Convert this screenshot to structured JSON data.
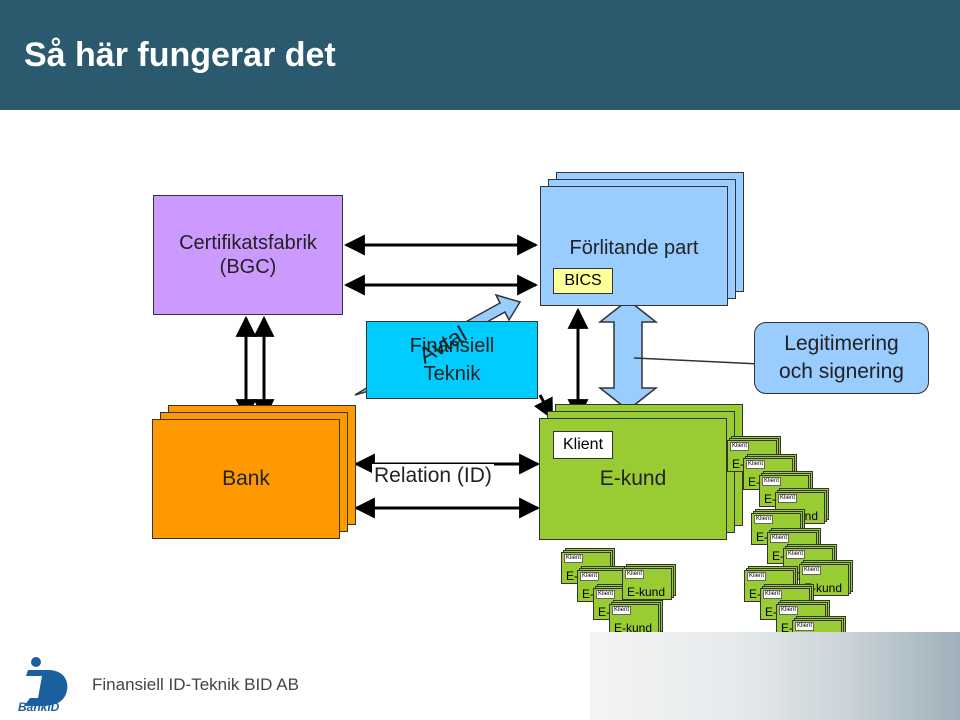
{
  "header": {
    "title": "Så här fungerar det"
  },
  "nodes": {
    "certificate": {
      "line1": "Certifikatsfabrik",
      "line2": "(BGC)"
    },
    "relying_party": {
      "label": "Förlitande part",
      "tag": "BICS"
    },
    "fin_teknik": {
      "line1": "Finansiell",
      "line2": "Teknik"
    },
    "avtal": "Avtal",
    "legit": {
      "line1": "Legitimering",
      "line2": "och signering"
    },
    "bank": "Bank",
    "relation": "Relation (ID)",
    "client": {
      "tag": "Klient",
      "label": "E-kund"
    }
  },
  "mini_client": {
    "tag": "Klient",
    "label": "E-kund"
  },
  "footer": {
    "company": "Finansiell ID-Teknik BID AB",
    "logo_text": "BankID"
  },
  "colors": {
    "title_bar": "#2b5a6e",
    "purple": "#cc99ff",
    "blue": "#99ccff",
    "cyan": "#00ccff",
    "orange": "#ff9900",
    "green": "#99cc33"
  }
}
